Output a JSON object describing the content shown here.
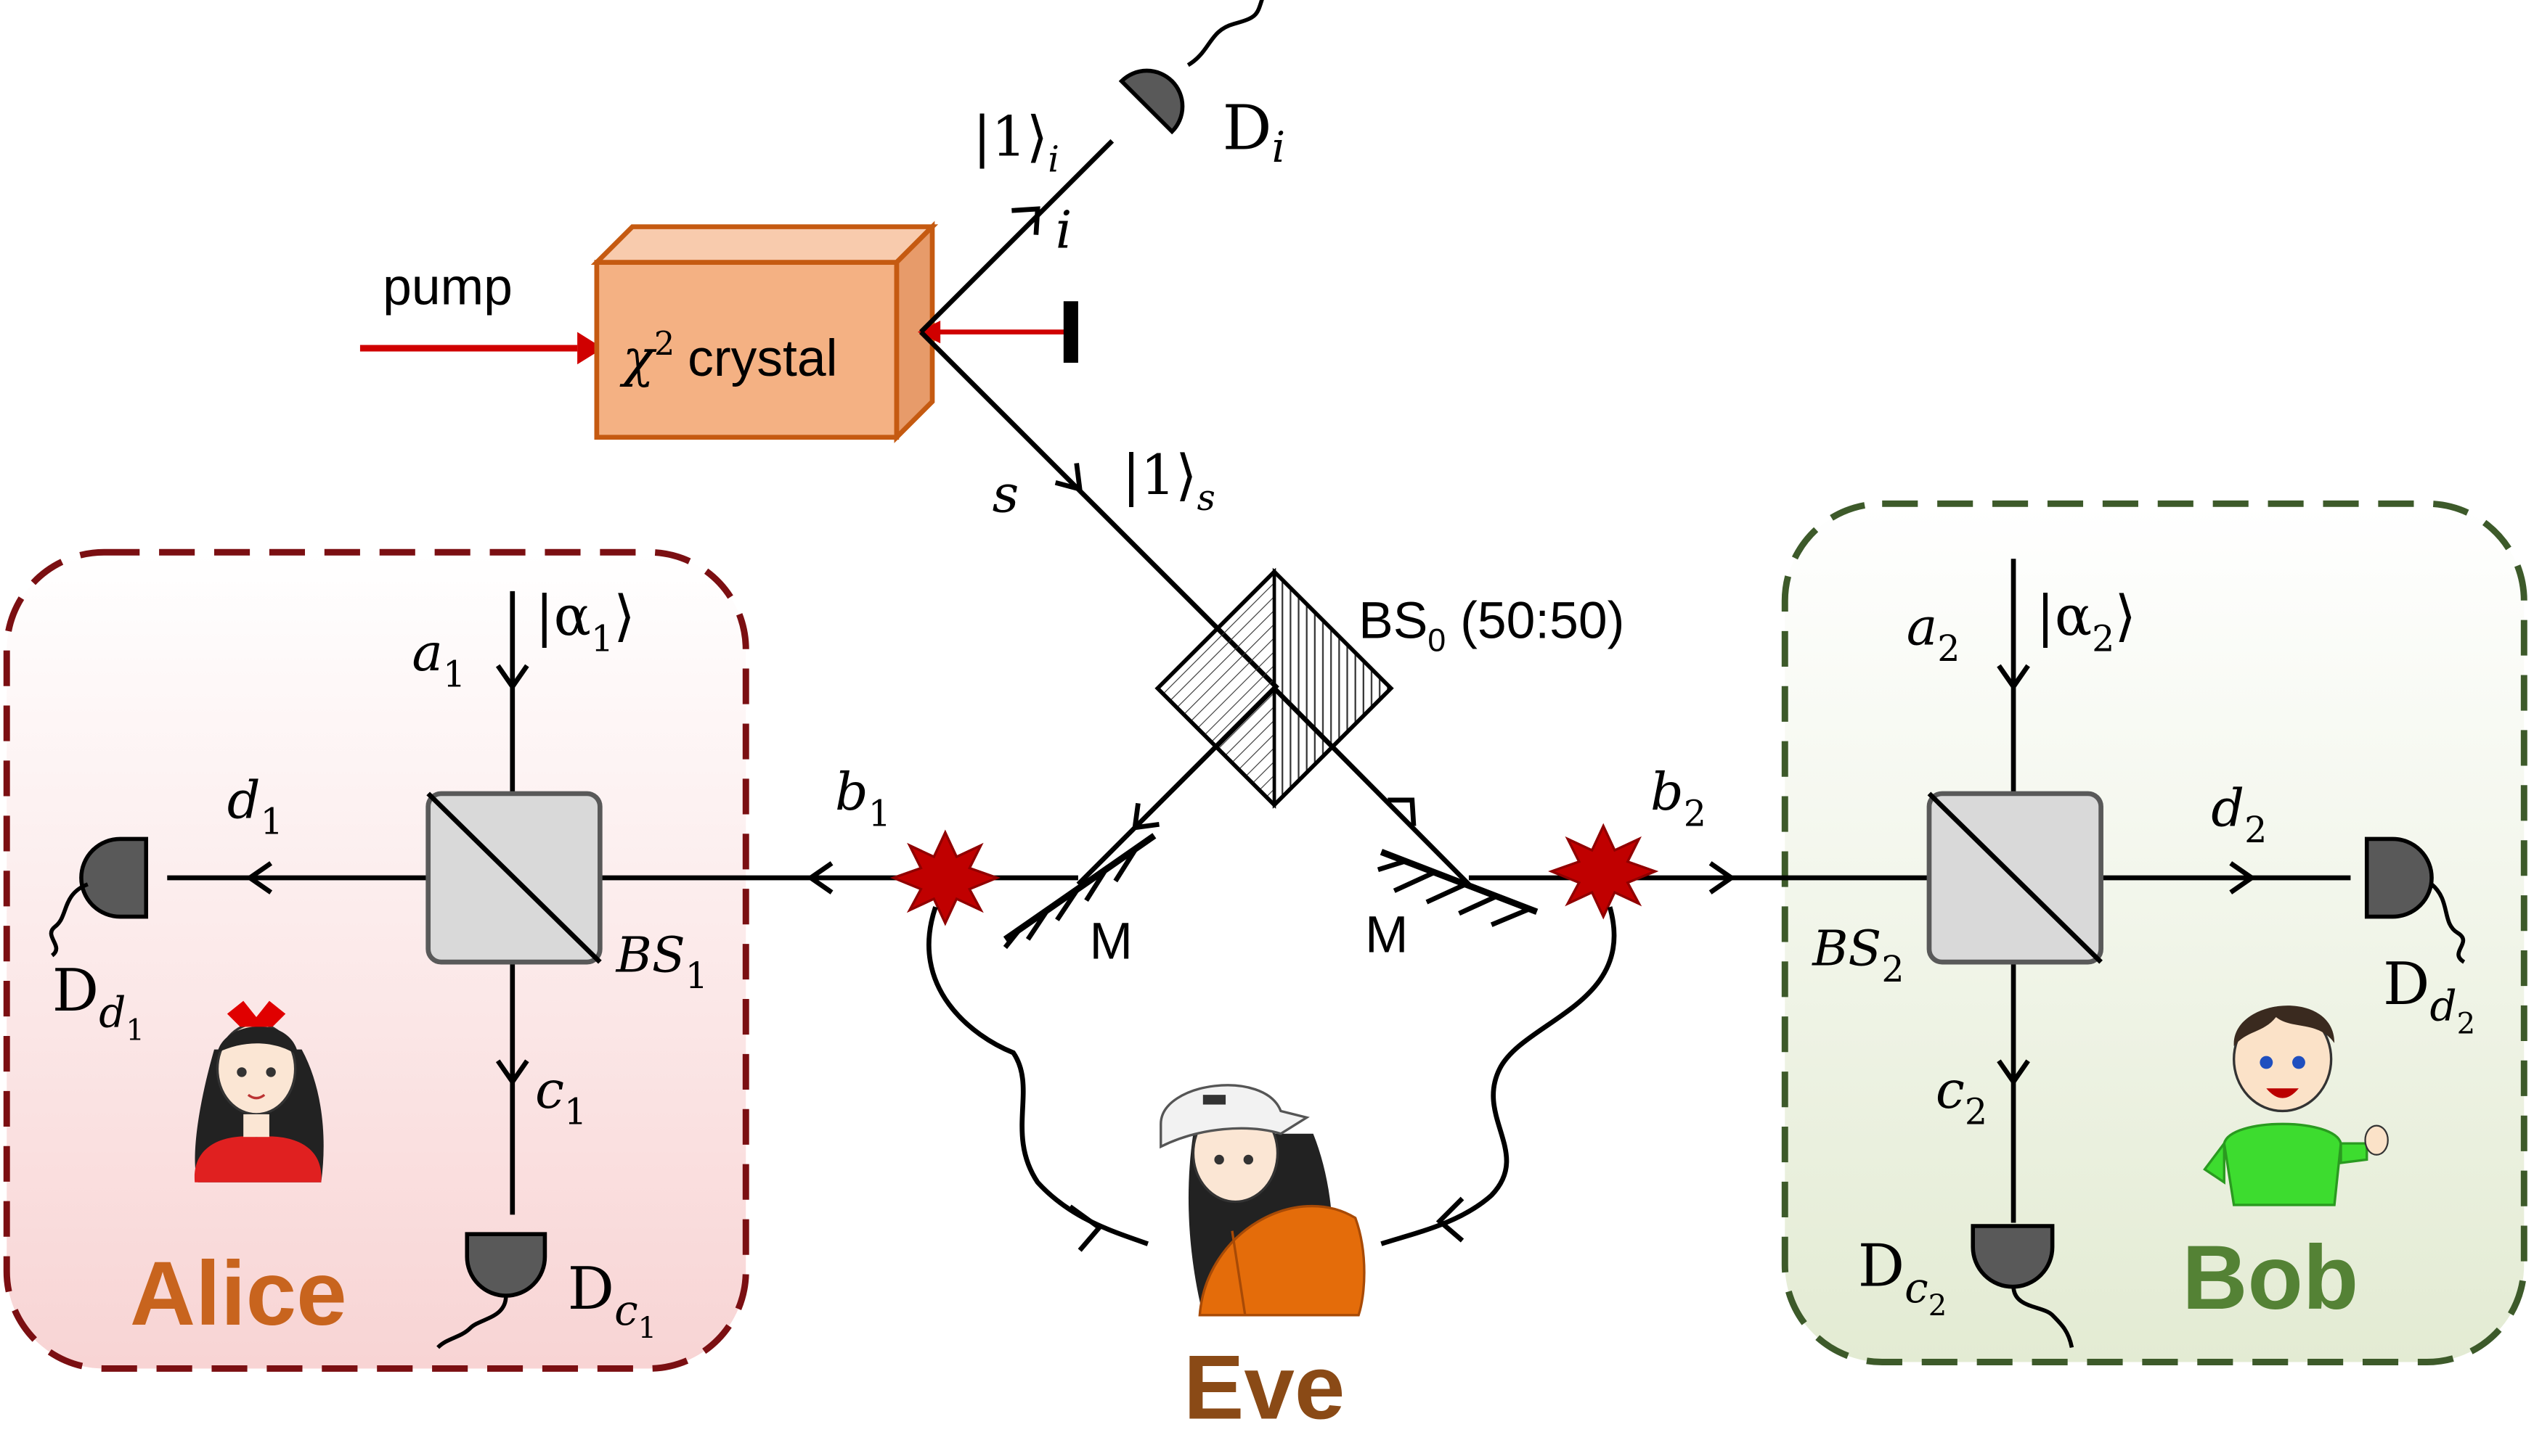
{
  "labels": {
    "pump": "pump",
    "crystal_chi": "χ",
    "crystal_sup": "2",
    "crystal_word": "crystal",
    "ket_i_open": "|1⟩",
    "ket_i_sub": "i",
    "idler_path": "i",
    "det_i_main": "D",
    "det_i_sub": "i",
    "ket_s_open": "|1⟩",
    "ket_s_sub": "s",
    "signal_path": "s",
    "bs0_main": "BS",
    "bs0_sub": "0",
    "bs0_ratio": " (50:50)",
    "mirror": "M",
    "a1_main": "a",
    "a1_sub": "1",
    "alpha1_open": "|α",
    "alpha1_sub": "1",
    "alpha1_close": "⟩",
    "a2_main": "a",
    "a2_sub": "2",
    "alpha2_open": "|α",
    "alpha2_sub": "2",
    "alpha2_close": "⟩",
    "b1_main": "b",
    "b1_sub": "1",
    "b2_main": "b",
    "b2_sub": "2",
    "c1_main": "c",
    "c1_sub": "1",
    "c2_main": "c",
    "c2_sub": "2",
    "d1_main": "d",
    "d1_sub": "1",
    "d2_main": "d",
    "d2_sub": "2",
    "bs1_main": "BS",
    "bs1_sub": "1",
    "bs2_main": "BS",
    "bs2_sub": "2",
    "det_d1_main": "D",
    "det_d1_sub": "d",
    "det_d1_subsub": "1",
    "det_c1_main": "D",
    "det_c1_sub": "c",
    "det_c1_subsub": "1",
    "det_d2_main": "D",
    "det_d2_sub": "d",
    "det_d2_subsub": "2",
    "det_c2_main": "D",
    "det_c2_sub": "c",
    "det_c2_subsub": "2",
    "alice": "Alice",
    "bob": "Bob",
    "eve": "Eve"
  },
  "colors": {
    "alice_border": "#7b0f12",
    "alice_fill": "#fbe3e3",
    "bob_border": "#3d5a2a",
    "bob_fill": "#eaf0df",
    "alice_text": "#c8641e",
    "bob_text": "#548235",
    "eve_text": "#8a4a16",
    "crystal_fill": "#f4b183",
    "crystal_stroke": "#c55a11",
    "pump_beam": "#d00000",
    "eve_burst": "#c00000",
    "detector": "#595959",
    "beam_splitter": "#d9d9d9"
  },
  "icons": [
    "detector-icon",
    "mirror-icon",
    "beam-splitter-icon",
    "alice-avatar-icon",
    "bob-avatar-icon",
    "eve-avatar-icon",
    "interception-burst-icon"
  ]
}
